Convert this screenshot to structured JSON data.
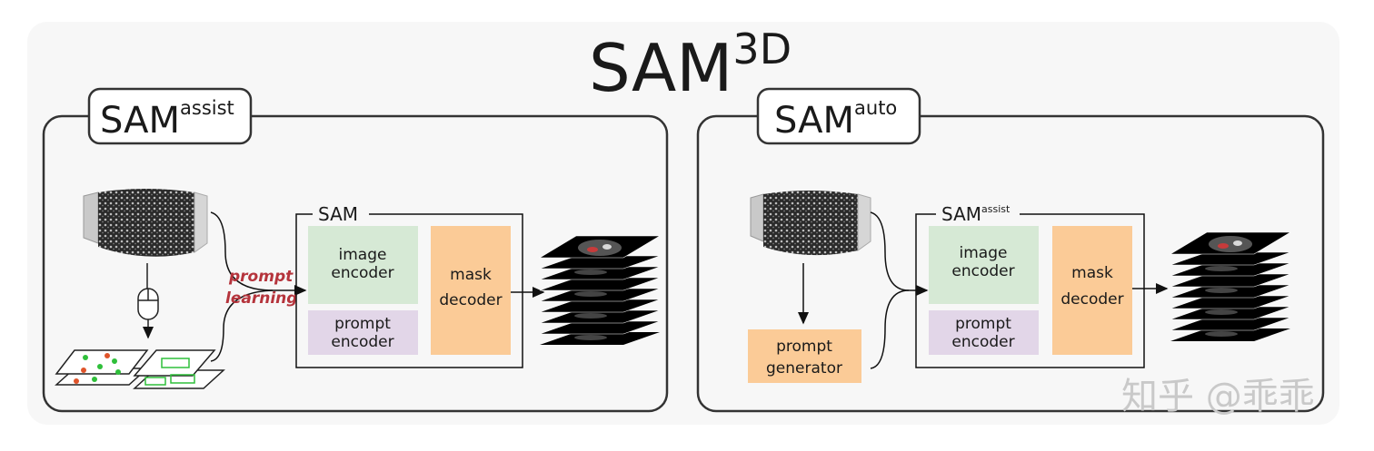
{
  "title": {
    "base": "SAM",
    "sup": "3D"
  },
  "left_panel": {
    "label_base": "SAM",
    "label_sup": "assist",
    "sam_box_title": "SAM",
    "image_encoder": [
      "image",
      "encoder"
    ],
    "prompt_encoder": [
      "prompt",
      "encoder"
    ],
    "mask_decoder": [
      "mask",
      "decoder"
    ],
    "prompt_learning": [
      "prompt",
      "learning"
    ]
  },
  "right_panel": {
    "label_base": "SAM",
    "label_sup": "auto",
    "sam_box_title_base": "SAM",
    "sam_box_title_sup": "assist",
    "image_encoder": [
      "image",
      "encoder"
    ],
    "prompt_encoder": [
      "prompt",
      "encoder"
    ],
    "mask_decoder": [
      "mask",
      "decoder"
    ],
    "prompt_generator": [
      "prompt",
      "generator"
    ]
  },
  "watermark": "知乎 @乖乖",
  "colors": {
    "image_encoder_fill": "#d6e9d5",
    "prompt_encoder_fill": "#e2d6e8",
    "decoder_fill": "#fbcb97",
    "prompt_learning_text": "#b5343c",
    "outer_bg": "#f7f7f7"
  }
}
